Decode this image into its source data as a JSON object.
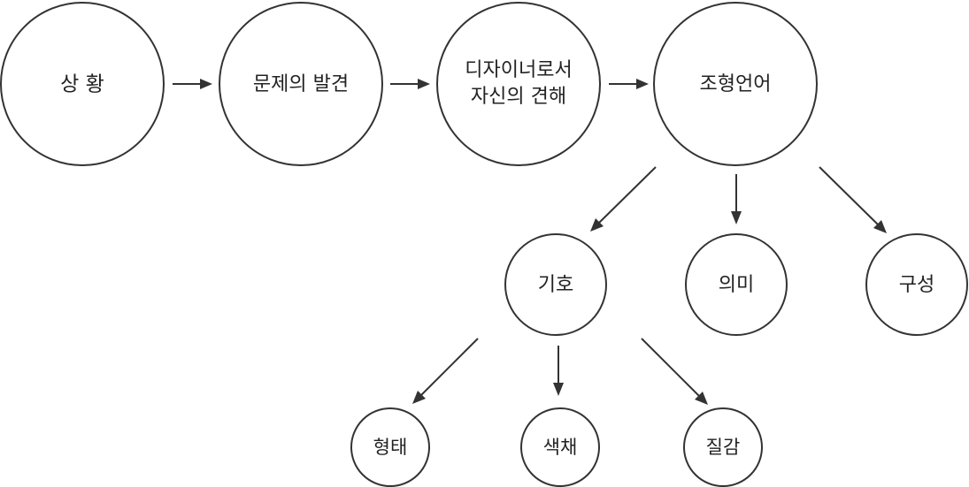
{
  "nodes": {
    "situation": "상 황",
    "problem_discovery": "문제의 발견",
    "designer_view_line1": "디자이너로서",
    "designer_view_line2": "자신의 견해",
    "formative_language": "조형언어",
    "sign": "기호",
    "meaning": "의미",
    "composition": "구성",
    "form": "형태",
    "color": "색채",
    "texture": "질감"
  },
  "colors": {
    "stroke": "#333333",
    "text": "#222222",
    "background": "#ffffff"
  }
}
